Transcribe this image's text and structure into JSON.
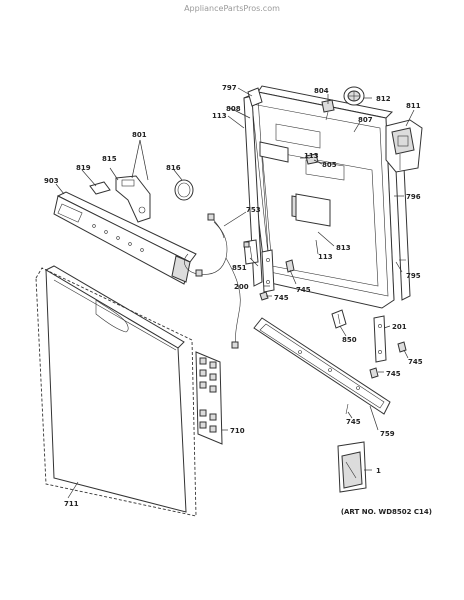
{
  "watermark": "AppliancePartsPros.com",
  "art_number": "(ART NO. WD8502 C14)",
  "callouts": [
    {
      "id": "797",
      "label": "797"
    },
    {
      "id": "804",
      "label": "804"
    },
    {
      "id": "812",
      "label": "812"
    },
    {
      "id": "811",
      "label": "811"
    },
    {
      "id": "807",
      "label": "807"
    },
    {
      "id": "808",
      "label": "808"
    },
    {
      "id": "113a",
      "label": "113"
    },
    {
      "id": "801",
      "label": "801"
    },
    {
      "id": "113b",
      "label": "113"
    },
    {
      "id": "805",
      "label": "805"
    },
    {
      "id": "819",
      "label": "819"
    },
    {
      "id": "815",
      "label": "815"
    },
    {
      "id": "816",
      "label": "816"
    },
    {
      "id": "903",
      "label": "903"
    },
    {
      "id": "796",
      "label": "796"
    },
    {
      "id": "753",
      "label": "753"
    },
    {
      "id": "813",
      "label": "813"
    },
    {
      "id": "113c",
      "label": "113"
    },
    {
      "id": "851",
      "label": "851"
    },
    {
      "id": "795",
      "label": "795"
    },
    {
      "id": "200",
      "label": "200"
    },
    {
      "id": "745a",
      "label": "745"
    },
    {
      "id": "745b",
      "label": "745"
    },
    {
      "id": "201",
      "label": "201"
    },
    {
      "id": "850",
      "label": "850"
    },
    {
      "id": "745c",
      "label": "745"
    },
    {
      "id": "745d",
      "label": "745"
    },
    {
      "id": "710",
      "label": "710"
    },
    {
      "id": "745e",
      "label": "745"
    },
    {
      "id": "759",
      "label": "759"
    },
    {
      "id": "1",
      "label": "1"
    },
    {
      "id": "711",
      "label": "711"
    }
  ]
}
